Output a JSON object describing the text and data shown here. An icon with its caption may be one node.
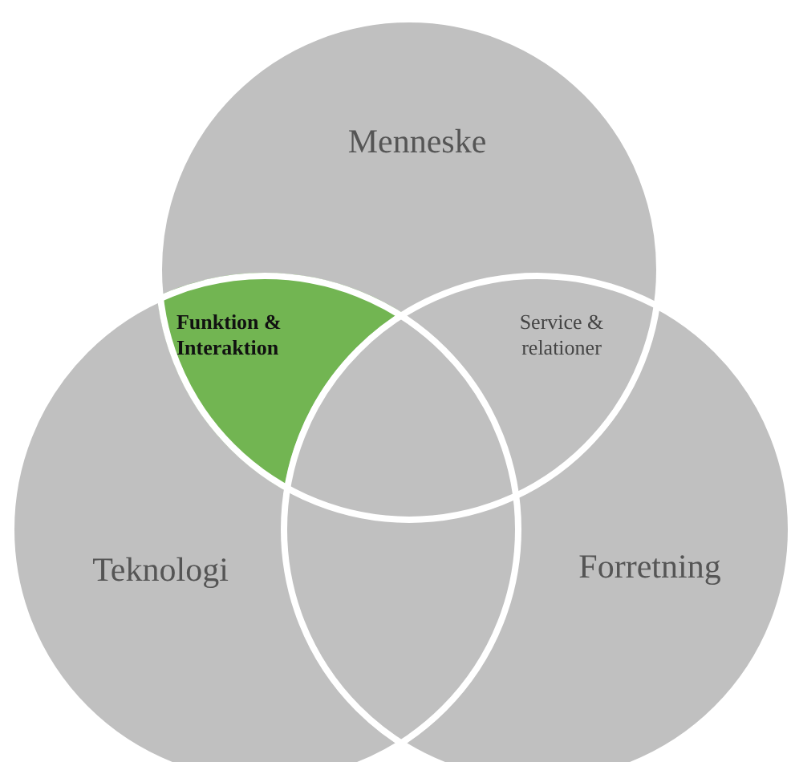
{
  "diagram": {
    "nodes": [
      {
        "text": [
          "Menneske"
        ]
      },
      {
        "text": [
          "Teknologi"
        ]
      },
      {
        "text": [
          "Forretning"
        ]
      },
      {
        "text": [
          "Funktion & Interaktion"
        ]
      },
      {
        "text": [
          "Service & relationer"
        ]
      }
    ]
  }
}
